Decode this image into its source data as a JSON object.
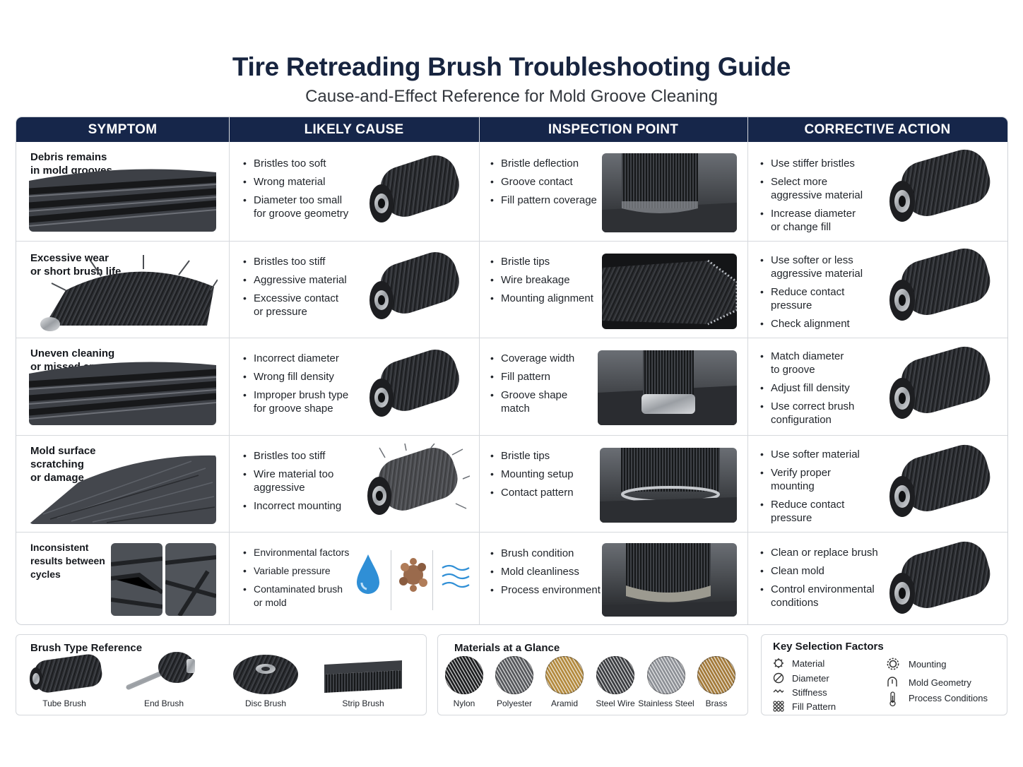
{
  "header": {
    "title": "Tire Retreading Brush Troubleshooting Guide",
    "subtitle": "Cause-and-Effect Reference for Mold Groove Cleaning"
  },
  "columns": [
    "SYMPTOM",
    "LIKELY CAUSE",
    "INSPECTION POINT",
    "CORRECTIVE ACTION"
  ],
  "rows": [
    {
      "symptom": [
        "Debris remains",
        "in mold grooves"
      ],
      "causes": [
        [
          "Bristles too soft"
        ],
        [
          "Wrong material"
        ],
        [
          "Diameter too small",
          "for groove geometry"
        ]
      ],
      "inspection": [
        [
          "Bristle deflection"
        ],
        [
          "Groove contact"
        ],
        [
          "Fill pattern coverage"
        ]
      ],
      "actions": [
        [
          "Use stiffer bristles"
        ],
        [
          "Select more",
          "aggressive material"
        ],
        [
          "Increase diameter",
          "or change fill"
        ]
      ]
    },
    {
      "symptom": [
        "Excessive wear",
        "or short brush life"
      ],
      "causes": [
        [
          "Bristles too stiff"
        ],
        [
          "Aggressive material"
        ],
        [
          "Excessive contact",
          "or pressure"
        ]
      ],
      "inspection": [
        [
          "Bristle tips"
        ],
        [
          "Wire breakage"
        ],
        [
          "Mounting alignment"
        ]
      ],
      "actions": [
        [
          "Use softer or less",
          "aggressive material"
        ],
        [
          "Reduce contact",
          "pressure"
        ],
        [
          "Check alignment"
        ]
      ]
    },
    {
      "symptom": [
        "Uneven cleaning",
        "or missed areas"
      ],
      "causes": [
        [
          "Incorrect diameter"
        ],
        [
          "Wrong fill density"
        ],
        [
          "Improper brush type",
          "for groove shape"
        ]
      ],
      "inspection": [
        [
          "Coverage width"
        ],
        [
          "Fill pattern"
        ],
        [
          "Groove shape",
          "match"
        ]
      ],
      "actions": [
        [
          "Match diameter",
          "to groove"
        ],
        [
          "Adjust fill density"
        ],
        [
          "Use correct brush",
          "configuration"
        ]
      ]
    },
    {
      "symptom": [
        "Mold surface",
        "scratching",
        "or damage"
      ],
      "causes": [
        [
          "Bristles too stiff"
        ],
        [
          "Wire material too",
          "aggressive"
        ],
        [
          "Incorrect mounting"
        ]
      ],
      "inspection": [
        [
          "Bristle tips"
        ],
        [
          "Mounting setup"
        ],
        [
          "Contact pattern"
        ]
      ],
      "actions": [
        [
          "Use softer material"
        ],
        [
          "Verify proper",
          "mounting"
        ],
        [
          "Reduce contact",
          "pressure"
        ]
      ]
    },
    {
      "symptom": [
        "Inconsistent",
        "results between",
        "cycles"
      ],
      "causes": [
        [
          "Environmental factors"
        ],
        [
          "Variable pressure"
        ],
        [
          "Contaminated brush",
          "or mold"
        ]
      ],
      "inspection": [
        [
          "Brush condition"
        ],
        [
          "Mold cleanliness"
        ],
        [
          "Process environment"
        ]
      ],
      "actions": [
        [
          "Clean or replace brush"
        ],
        [
          "Clean mold"
        ],
        [
          "Control environmental",
          "conditions"
        ]
      ]
    }
  ],
  "brush_types": {
    "title": "Brush Type Reference",
    "items": [
      "Tube Brush",
      "End Brush",
      "Disc Brush",
      "Strip Brush"
    ]
  },
  "materials": {
    "title": "Materials at a Glance",
    "items": [
      {
        "name": "Nylon",
        "color": "#1d1e20"
      },
      {
        "name": "Polyester",
        "color": "#56585c"
      },
      {
        "name": "Aramid",
        "color": "#b38a3e"
      },
      {
        "name": "Steel Wire",
        "color": "#3b3d41"
      },
      {
        "name": "Stainless Steel",
        "color": "#8d9096"
      },
      {
        "name": "Brass",
        "color": "#a37a3a"
      }
    ]
  },
  "key_factors": {
    "title": "Key Selection Factors",
    "left": [
      "Material",
      "Diameter",
      "Stiffness",
      "Fill Pattern"
    ],
    "right": [
      "Mounting",
      "Mold Geometry",
      "Process Conditions"
    ]
  },
  "colors": {
    "header_bg": "#16264a",
    "title": "#17243f",
    "water": "#2f8fd6",
    "contaminant": "#9a6a4c"
  }
}
